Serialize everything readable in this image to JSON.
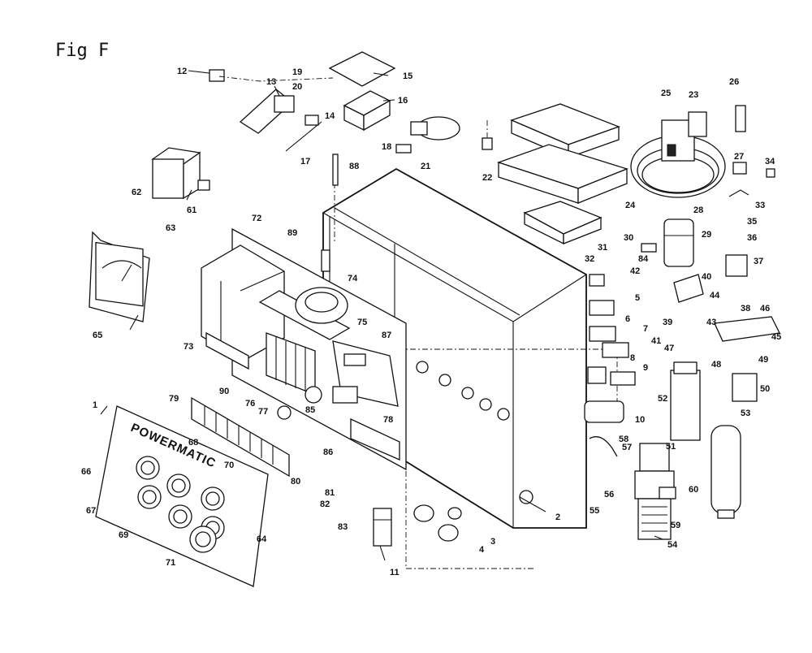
{
  "figure": {
    "title": "Fig F",
    "brand_text": "POWERMATIC"
  },
  "callouts": [
    {
      "id": "c1",
      "text": "1"
    },
    {
      "id": "c2",
      "text": "2"
    },
    {
      "id": "c3",
      "text": "3"
    },
    {
      "id": "c4",
      "text": "4"
    },
    {
      "id": "c5",
      "text": "5"
    },
    {
      "id": "c6",
      "text": "6"
    },
    {
      "id": "c7",
      "text": "7"
    },
    {
      "id": "c8",
      "text": "8"
    },
    {
      "id": "c9",
      "text": "9"
    },
    {
      "id": "c10",
      "text": "10"
    },
    {
      "id": "c11",
      "text": "11"
    },
    {
      "id": "c12",
      "text": "12"
    },
    {
      "id": "c13",
      "text": "13"
    },
    {
      "id": "c14",
      "text": "14"
    },
    {
      "id": "c15",
      "text": "15"
    },
    {
      "id": "c16",
      "text": "16"
    },
    {
      "id": "c17",
      "text": "17"
    },
    {
      "id": "c18",
      "text": "18"
    },
    {
      "id": "c19",
      "text": "19"
    },
    {
      "id": "c20",
      "text": "20"
    },
    {
      "id": "c21",
      "text": "21"
    },
    {
      "id": "c22",
      "text": "22"
    },
    {
      "id": "c23",
      "text": "23"
    },
    {
      "id": "c24",
      "text": "24"
    },
    {
      "id": "c25",
      "text": "25"
    },
    {
      "id": "c26",
      "text": "26"
    },
    {
      "id": "c27",
      "text": "27"
    },
    {
      "id": "c28",
      "text": "28"
    },
    {
      "id": "c29",
      "text": "29"
    },
    {
      "id": "c30",
      "text": "30"
    },
    {
      "id": "c31",
      "text": "31"
    },
    {
      "id": "c32",
      "text": "32"
    },
    {
      "id": "c33",
      "text": "33"
    },
    {
      "id": "c34",
      "text": "34"
    },
    {
      "id": "c35",
      "text": "35"
    },
    {
      "id": "c36",
      "text": "36"
    },
    {
      "id": "c37",
      "text": "37"
    },
    {
      "id": "c38",
      "text": "38"
    },
    {
      "id": "c39",
      "text": "39"
    },
    {
      "id": "c40",
      "text": "40"
    },
    {
      "id": "c41",
      "text": "41"
    },
    {
      "id": "c42",
      "text": "42"
    },
    {
      "id": "c43",
      "text": "43"
    },
    {
      "id": "c44",
      "text": "44"
    },
    {
      "id": "c45",
      "text": "45"
    },
    {
      "id": "c46",
      "text": "46"
    },
    {
      "id": "c47",
      "text": "47"
    },
    {
      "id": "c48",
      "text": "48"
    },
    {
      "id": "c49",
      "text": "49"
    },
    {
      "id": "c50",
      "text": "50"
    },
    {
      "id": "c51",
      "text": "51"
    },
    {
      "id": "c52",
      "text": "52"
    },
    {
      "id": "c53",
      "text": "53"
    },
    {
      "id": "c54",
      "text": "54"
    },
    {
      "id": "c55",
      "text": "55"
    },
    {
      "id": "c56",
      "text": "56"
    },
    {
      "id": "c57",
      "text": "57"
    },
    {
      "id": "c58",
      "text": "58"
    },
    {
      "id": "c59",
      "text": "59"
    },
    {
      "id": "c60",
      "text": "60"
    },
    {
      "id": "c61",
      "text": "61"
    },
    {
      "id": "c62",
      "text": "62"
    },
    {
      "id": "c63",
      "text": "63"
    },
    {
      "id": "c64",
      "text": "64"
    },
    {
      "id": "c65",
      "text": "65"
    },
    {
      "id": "c66",
      "text": "66"
    },
    {
      "id": "c67",
      "text": "67"
    },
    {
      "id": "c68",
      "text": "68"
    },
    {
      "id": "c69",
      "text": "69"
    },
    {
      "id": "c70",
      "text": "70"
    },
    {
      "id": "c71",
      "text": "71"
    },
    {
      "id": "c72",
      "text": "72"
    },
    {
      "id": "c73",
      "text": "73"
    },
    {
      "id": "c74",
      "text": "74"
    },
    {
      "id": "c75",
      "text": "75"
    },
    {
      "id": "c76",
      "text": "76"
    },
    {
      "id": "c77",
      "text": "77"
    },
    {
      "id": "c78",
      "text": "78"
    },
    {
      "id": "c79",
      "text": "79"
    },
    {
      "id": "c80",
      "text": "80"
    },
    {
      "id": "c81",
      "text": "81"
    },
    {
      "id": "c82",
      "text": "82"
    },
    {
      "id": "c83",
      "text": "83"
    },
    {
      "id": "c84",
      "text": "84"
    },
    {
      "id": "c85",
      "text": "85"
    },
    {
      "id": "c86",
      "text": "86"
    },
    {
      "id": "c87",
      "text": "87"
    },
    {
      "id": "c88",
      "text": "88"
    },
    {
      "id": "c89",
      "text": "89"
    },
    {
      "id": "c90",
      "text": "90"
    }
  ]
}
